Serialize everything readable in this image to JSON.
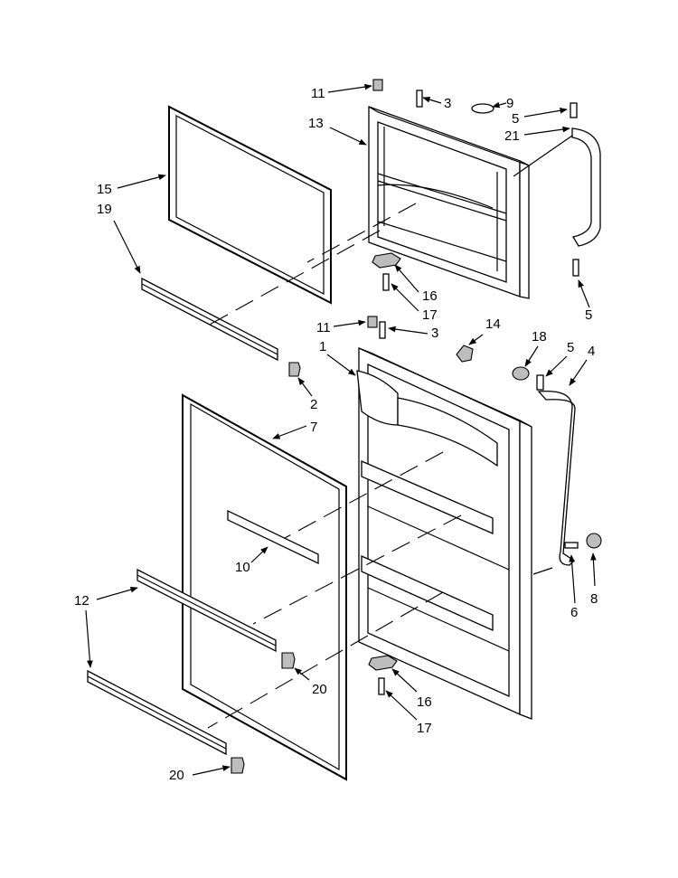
{
  "callouts": {
    "c11a": "11",
    "c3a": "3",
    "c9": "9",
    "c5a": "5",
    "c21": "21",
    "c13": "13",
    "c15": "15",
    "c19": "19",
    "c16a": "16",
    "c17a": "17",
    "c5b": "5",
    "c11b": "11",
    "c3b": "3",
    "c14": "14",
    "c18": "18",
    "c5c": "5",
    "c4": "4",
    "c1": "1",
    "c2": "2",
    "c7": "7",
    "c10": "10",
    "c12": "12",
    "c20a": "20",
    "c6": "6",
    "c8": "8",
    "c16b": "16",
    "c17b": "17",
    "c20b": "20"
  }
}
